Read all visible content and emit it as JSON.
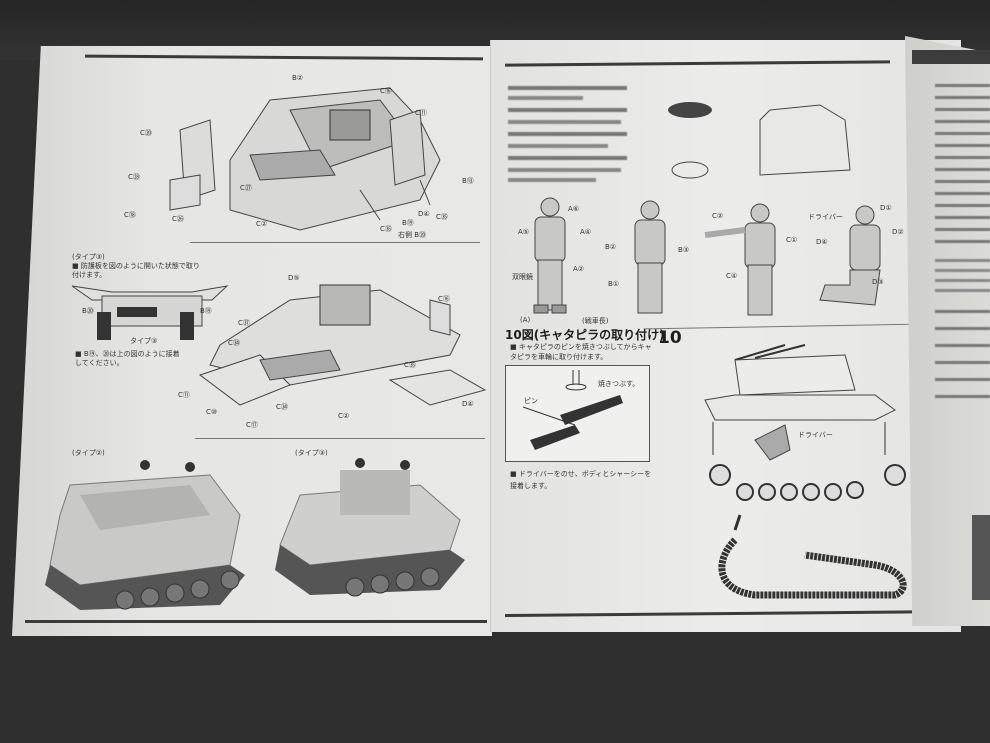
{
  "left_panel": {
    "top_labels": [
      "B②",
      "C⑯",
      "C⑪",
      "C⑳",
      "C㉘",
      "C㉗",
      "C⑱",
      "C㉖",
      "C②",
      "B⑬",
      "C㉟",
      "B⑲",
      "D④",
      "C㉟",
      "右側 B⑳"
    ],
    "type3_heading": "(タイプ③)",
    "type3_note": "■ 防護板を図のように開いた状態で取り付けます。",
    "type3_caption": "タイプ③",
    "type3_parts": [
      "B⑳",
      "B⑲"
    ],
    "type3_note2": "■ B⑲、⑳は上の図のように接着してください。",
    "mid_labels": [
      "D⑤",
      "C⑯",
      "C㊲",
      "C㉞",
      "C⑪",
      "C⑩",
      "C⑰",
      "C㉞",
      "C②",
      "C㉟",
      "D④"
    ],
    "photo_captions": [
      "(タイプ②)",
      "(タイプ③)"
    ]
  },
  "middle_panel": {
    "figures": [
      {
        "name": "A",
        "labels": [
          "A⑤",
          "A⑥",
          "A④",
          "A②"
        ],
        "caption_left": "(A)",
        "caption_right": "(戦車長)",
        "extra": "双眼鏡"
      },
      {
        "name": "B",
        "labels": [
          "B②",
          "B③",
          "B①"
        ]
      },
      {
        "name": "C",
        "labels": [
          "C②",
          "C①",
          "C④"
        ]
      },
      {
        "name": "D",
        "labels": [
          "ドライバー",
          "D①",
          "D④",
          "D②",
          "D③"
        ]
      }
    ],
    "step10": {
      "number": "10",
      "title": "10図(キャタピラの取り付け)",
      "note1": "■ キャタピラのピンを焼きつぶしてからキャタピラを車輪に取り付けます。",
      "pin_label": "ピン",
      "melt_label": "焼きつぶす。",
      "note2": "■ ドライバーをのせ、ボディとシャーシーを接着します。",
      "driver_label": "ドライバー"
    }
  },
  "colors": {
    "paper": "#e3e3e1",
    "ink": "#2a2a2a",
    "background": "#2f2f30"
  }
}
